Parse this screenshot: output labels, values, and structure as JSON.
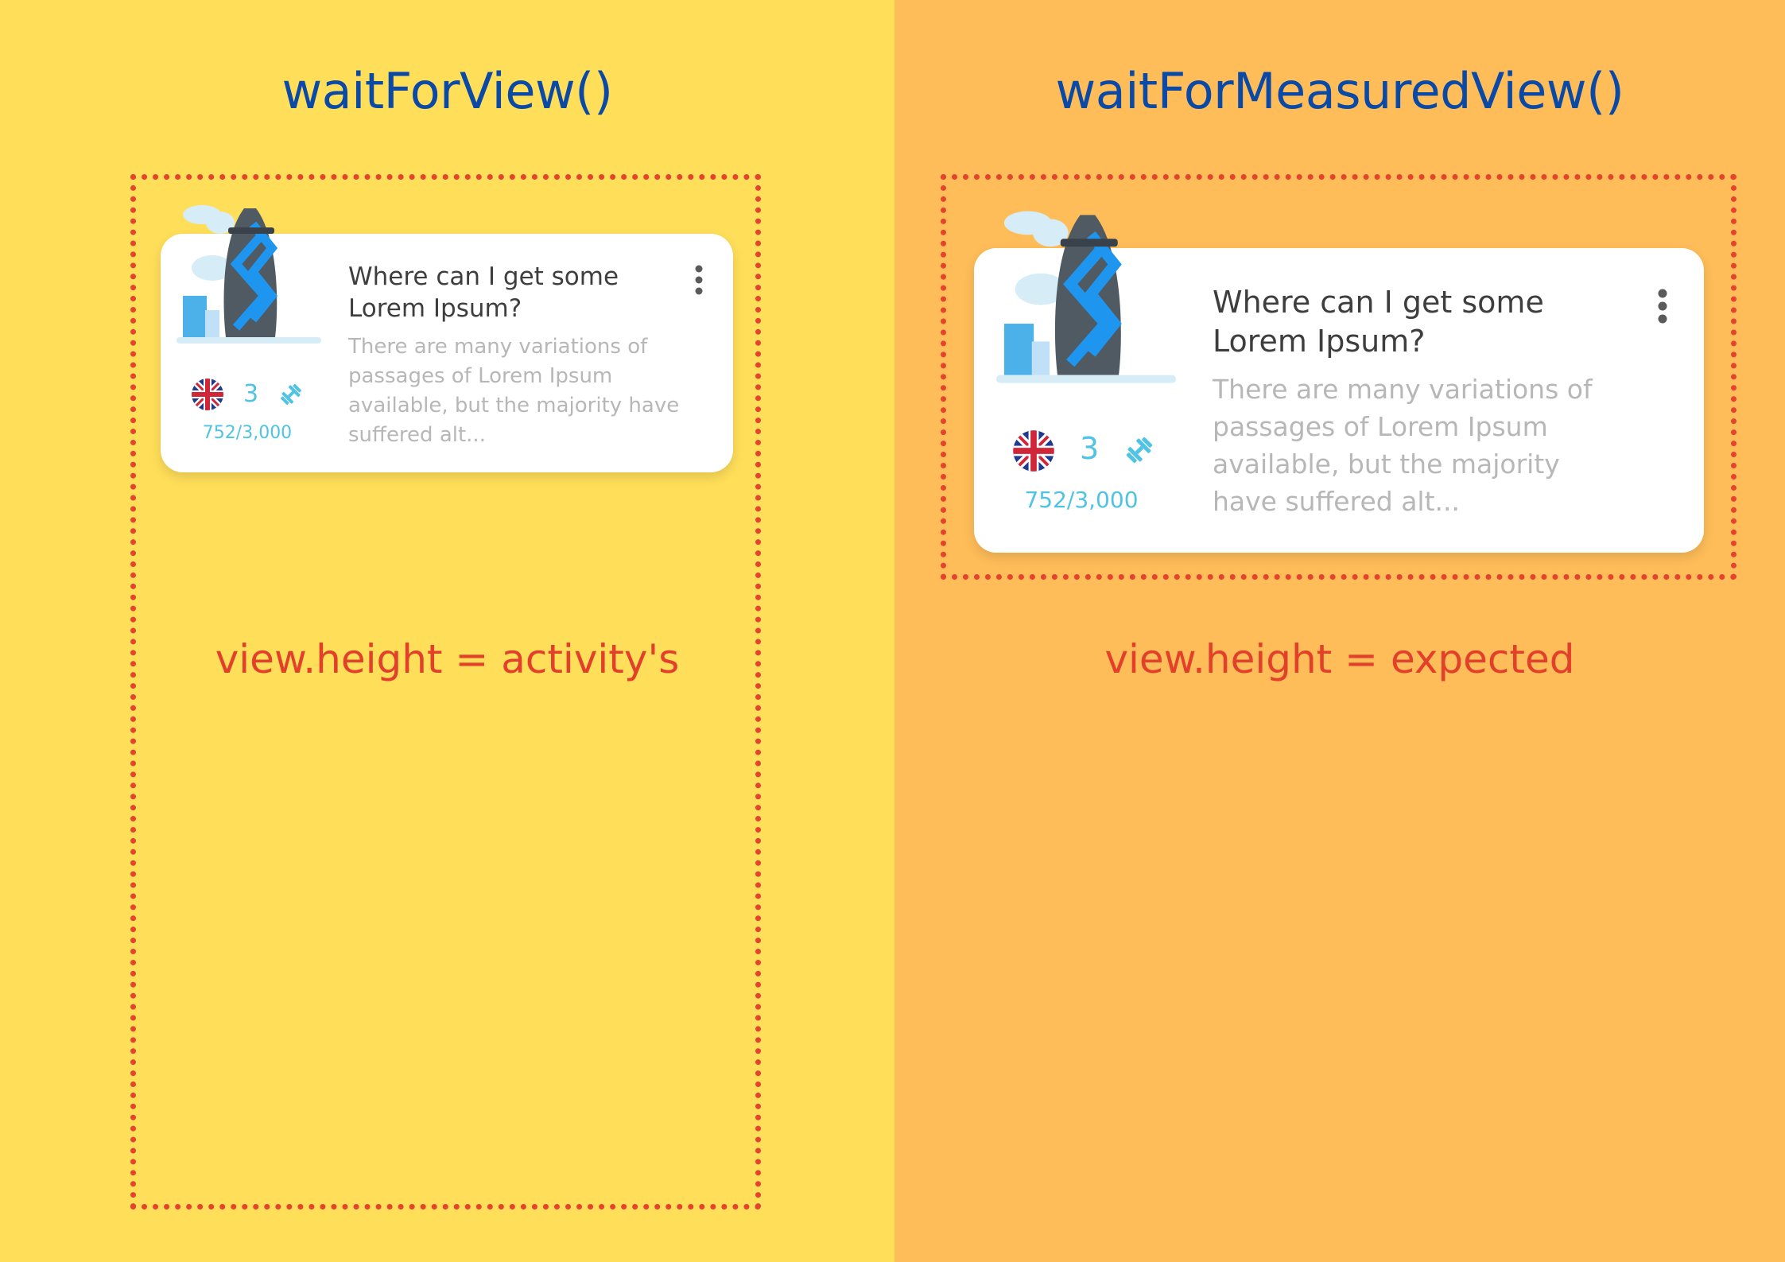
{
  "left_panel": {
    "title": "waitForView()",
    "caption": "view.height = activity's",
    "background": "#FFDE59"
  },
  "right_panel": {
    "title": "waitForMeasuredView()",
    "caption": "view.height = expected",
    "background": "#FFBD59"
  },
  "card": {
    "title": "Where can I get some Lorem Ipsum?",
    "body": "There are many variations of passages of Lorem Ipsum available, but the majority have suffered alt...",
    "level": "3",
    "progress": "752/3,000",
    "illustration_icon": "gherkin-building-icon",
    "flag_icon": "uk-flag-icon",
    "fitness_icon": "dumbbell-icon",
    "menu_icon": "more-vertical-icon"
  },
  "colors": {
    "title_blue": "#0A4AA6",
    "caption_red": "#E2402B",
    "frame_red": "#E5432E",
    "accent_cyan": "#4FC3E3"
  }
}
